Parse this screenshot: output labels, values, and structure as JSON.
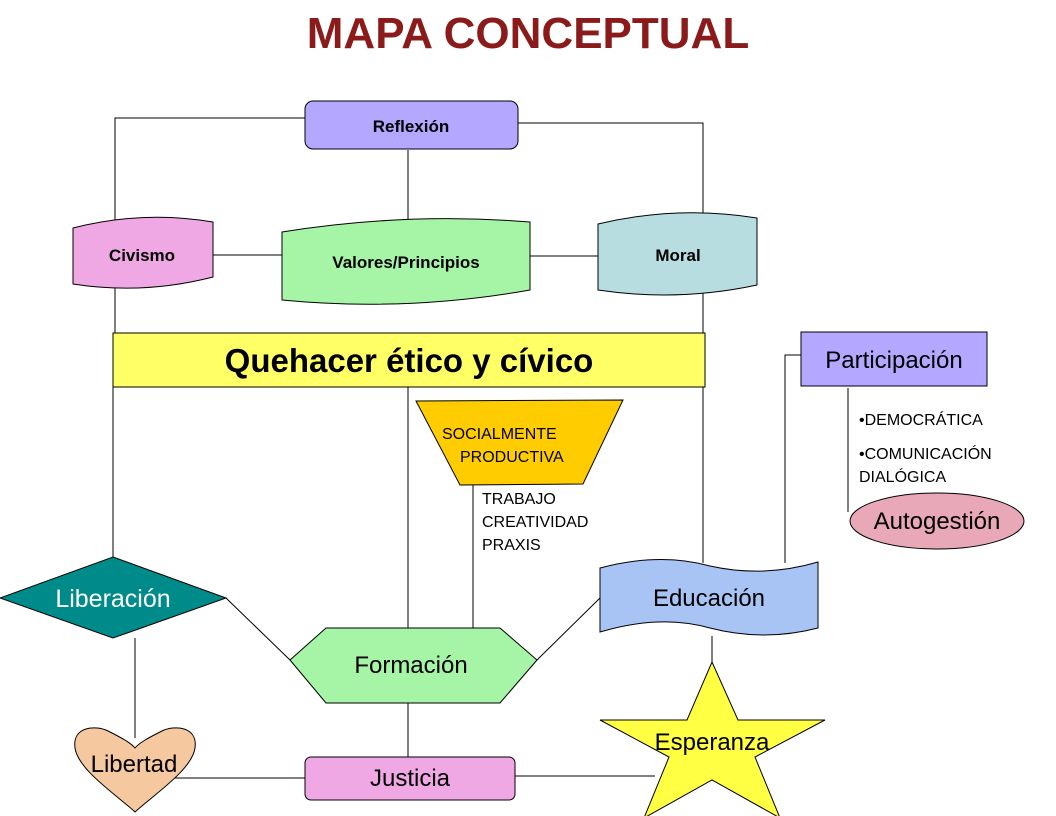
{
  "title": "MAPA CONCEPTUAL",
  "colors": {
    "title": "#8b1a1a",
    "reflexion": "#b4a7ff",
    "civismo": "#f0a8e4",
    "valores": "#a6f5a6",
    "moral": "#b8dde0",
    "quehacer": "#ffff66",
    "participacion": "#b4a7ff",
    "socialmente": "#ffcc00",
    "autogestion": "#e8a8b8",
    "liberacion": "#008b8b",
    "educacion": "#a8c4f5",
    "formacion": "#a6f5a6",
    "libertad": "#f5c8a0",
    "justicia": "#f0a8e4",
    "esperanza": "#ffff44"
  },
  "nodes": {
    "reflexion": "Reflexión",
    "civismo": "Civismo",
    "valores": "Valores/Principios",
    "moral": "Moral",
    "quehacer": "Quehacer ético y cívico",
    "participacion": "Participación",
    "socialmente_line1": "SOCIALMENTE",
    "socialmente_line2": "PRODUCTIVA",
    "autogestion": "Autogestión",
    "liberacion": "Liberación",
    "educacion": "Educación",
    "formacion": "Formación",
    "libertad": "Libertad",
    "justicia": "Justicia",
    "esperanza": "Esperanza"
  },
  "notes": {
    "trabajo": [
      "TRABAJO",
      "CREATIVIDAD",
      "PRAXIS"
    ],
    "participacion_bullets": [
      "•DEMOCRÁTICA",
      "•COMUNICACIÓN",
      "DIALÓGICA"
    ]
  }
}
